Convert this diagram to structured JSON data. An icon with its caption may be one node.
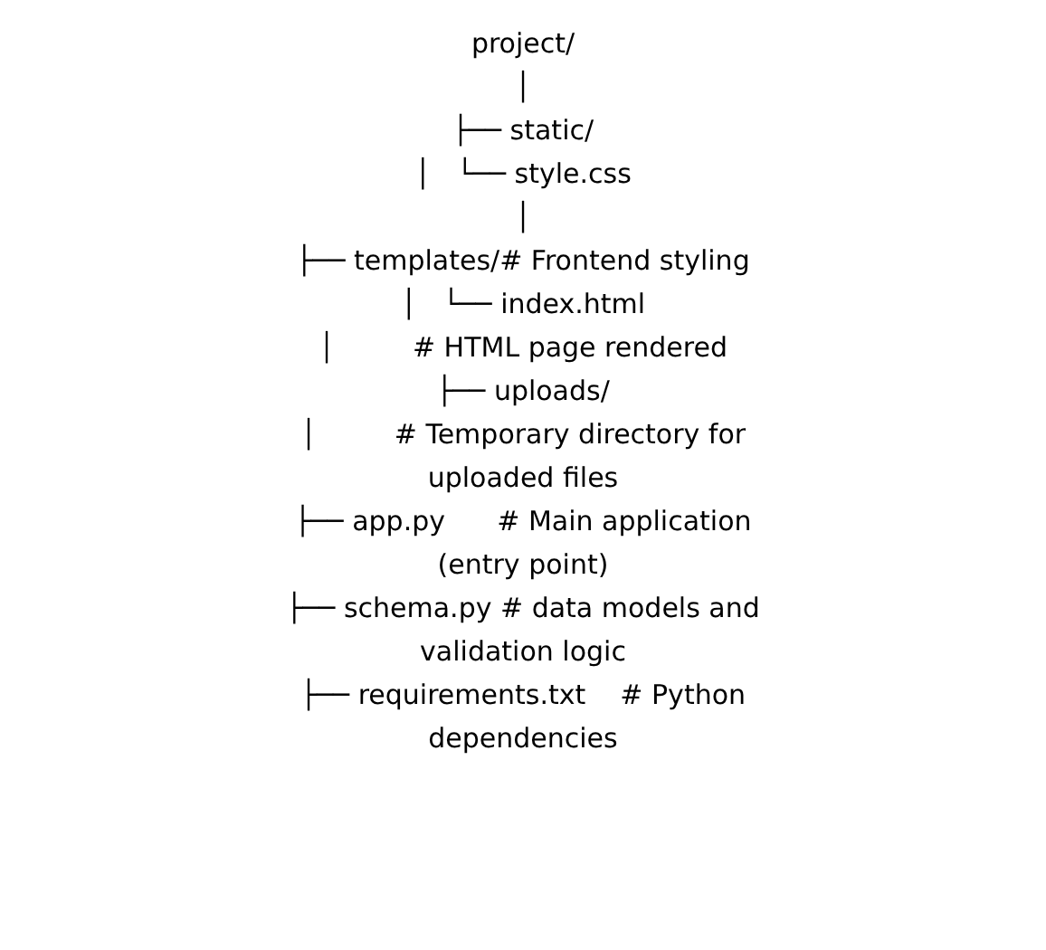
{
  "diagram": {
    "labels": [
      "project/",
      "│",
      "├── static/",
      "│   └── style.css",
      "│",
      "├── templates/# Frontend styling",
      "│   └── index.html",
      "│         # HTML page rendered",
      "├── uploads/",
      "│         # Temporary directory for uploaded files",
      "├── app.py      # Main application (entry point)",
      "├── schema.py # data models and validation logic",
      "├── requirements.txt    # Python dependencies"
    ]
  }
}
